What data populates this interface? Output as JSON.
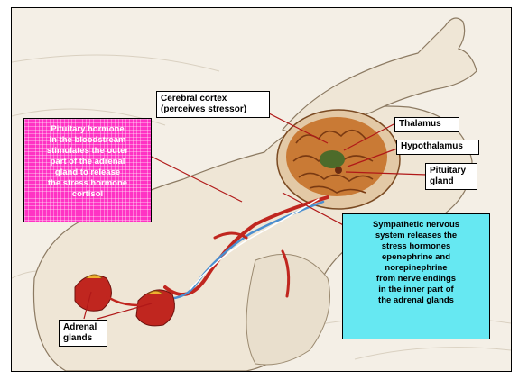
{
  "labels": {
    "cerebral_cortex": [
      "Cerebral cortex",
      "(perceives stressor)"
    ],
    "thalamus": "Thalamus",
    "hypothalamus": "Hypothalamus",
    "pituitary_gland": [
      "Pituitary",
      "gland"
    ],
    "adrenal_glands": [
      "Adrenal",
      "glands"
    ],
    "pituitary_hormone_box": [
      "Pituitary hormone",
      "in the bloodstream",
      "stimulates the outer",
      "part of the adrenal",
      "gland to release",
      "the stress hormone",
      "cortisol"
    ],
    "sympathetic_box": [
      "Sympathetic nervous",
      "system releases the",
      "stress hormones",
      "epenephrine and",
      "norepinephrine",
      "from nerve endings",
      "in the inner part of",
      "the adrenal glands"
    ]
  },
  "colors": {
    "pink_box": "#ff33c4",
    "cyan_box": "#66e8f2",
    "brain": "#c97a35",
    "organ_red": "#c0261f",
    "vessel_blue": "#4b8fd0"
  }
}
